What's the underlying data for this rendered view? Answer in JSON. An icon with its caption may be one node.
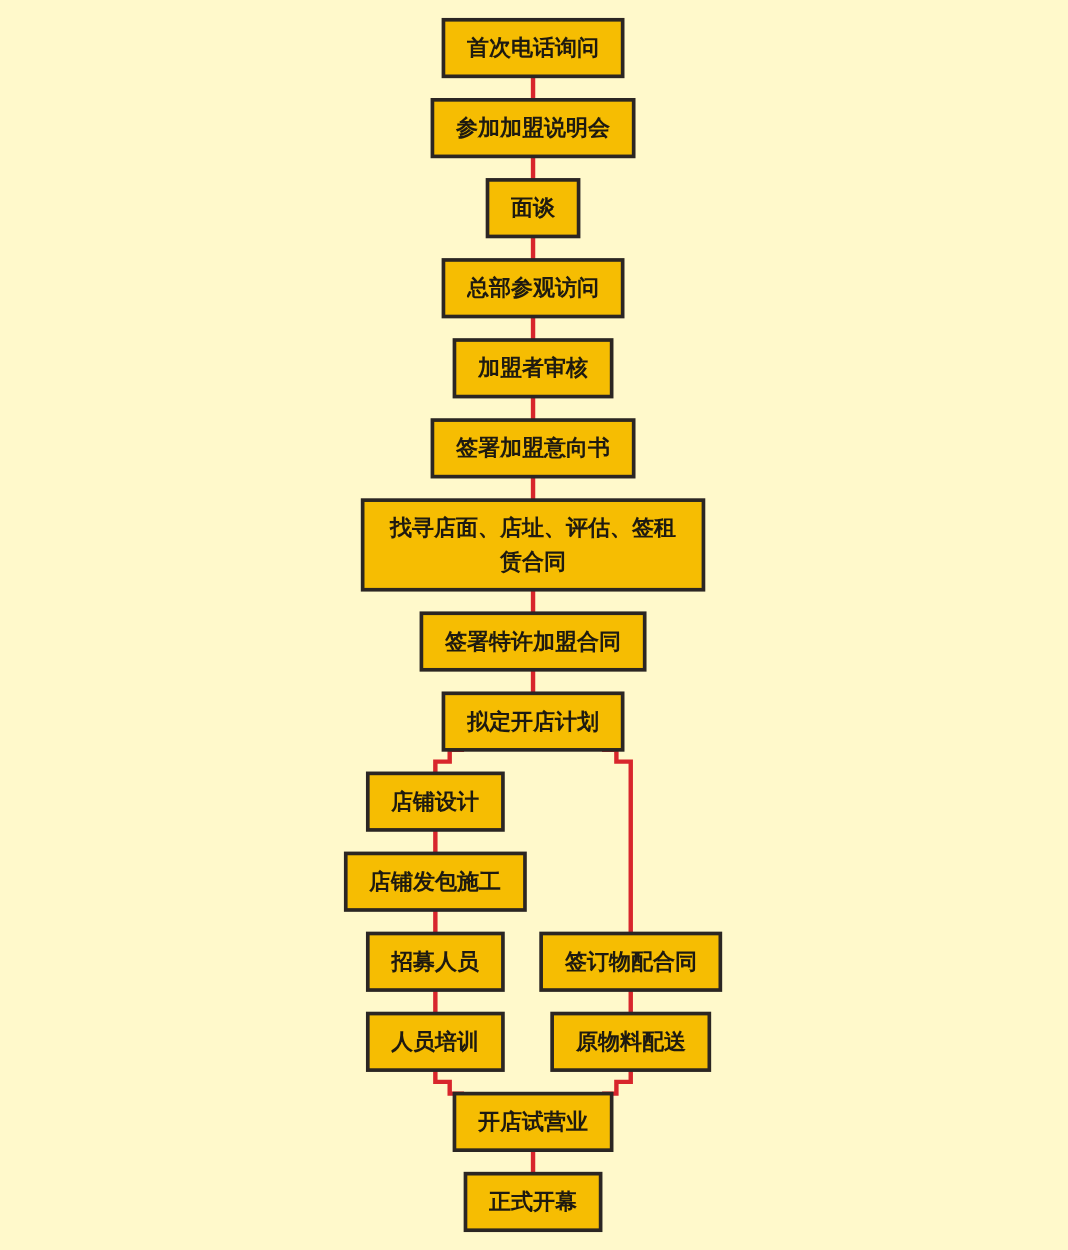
{
  "diagram": {
    "nodes": [
      {
        "text": [
          "首次电话询问"
        ]
      },
      {
        "text": [
          "参加加盟说明会"
        ]
      },
      {
        "text": [
          "面谈"
        ]
      },
      {
        "text": [
          "总部参观访问"
        ]
      },
      {
        "text": [
          "加盟者审核"
        ]
      },
      {
        "text": [
          "签署特许加盟合同"
        ]
      },
      {
        "text": [
          "找寻店面、店址、评估、签租赁合同"
        ]
      },
      {
        "text": [
          "签署加盟意向书"
        ]
      },
      {
        "text": [
          "拟定开店计划"
        ]
      },
      {
        "text": [
          "店铺设计"
        ]
      },
      {
        "text": [
          "店铺发包施工"
        ]
      },
      {
        "text": [
          "招募人员"
        ]
      },
      {
        "text": [
          "人员培训"
        ]
      },
      {
        "text": [
          "签订物配合同"
        ]
      },
      {
        "text": [
          "原物料配送"
        ]
      },
      {
        "text": [
          "正式开幕"
        ]
      },
      {
        "text": [
          "开店试营业"
        ]
      }
    ],
    "edges": [
      {
        "from": 0,
        "to": 1,
        "arrow": "none"
      },
      {
        "from": 1,
        "to": 2,
        "arrow": "none"
      },
      {
        "from": 2,
        "to": 3,
        "arrow": "none"
      },
      {
        "from": 3,
        "to": 4,
        "arrow": "none"
      },
      {
        "from": 4,
        "to": 7,
        "arrow": "none"
      },
      {
        "from": 7,
        "to": 6,
        "arrow": "none"
      },
      {
        "from": 6,
        "to": 5,
        "arrow": "none"
      },
      {
        "from": 5,
        "to": 8,
        "arrow": "none"
      },
      {
        "from": 8,
        "to": 9,
        "arrow": "none"
      },
      {
        "from": 8,
        "to": 13,
        "arrow": "none"
      },
      {
        "from": 9,
        "to": 10,
        "arrow": "none"
      },
      {
        "from": 10,
        "to": 11,
        "arrow": "none"
      },
      {
        "from": 11,
        "to": 12,
        "arrow": "none"
      },
      {
        "from": 13,
        "to": 14,
        "arrow": "none"
      },
      {
        "from": 12,
        "to": 16,
        "arrow": "none"
      },
      {
        "from": 14,
        "to": 16,
        "arrow": "none"
      },
      {
        "from": 16,
        "to": 15,
        "arrow": "none"
      }
    ]
  }
}
